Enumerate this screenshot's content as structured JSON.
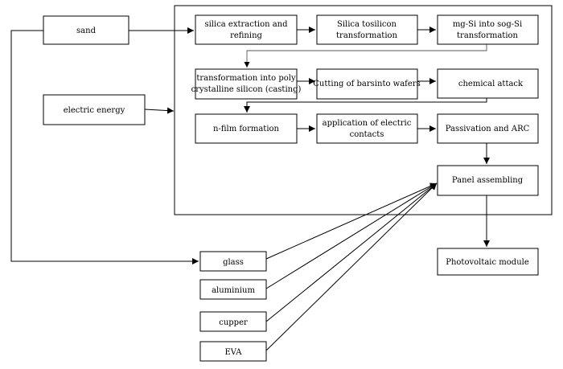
{
  "nodes": {
    "sand": "sand",
    "electric_energy": "electric energy",
    "silica_extraction": [
      "silica extraction and",
      "refining"
    ],
    "silica_to_silicon": [
      "Silica tosilicon",
      "transformation"
    ],
    "mg_si": [
      "mg-Si into sog-Si",
      "transformation"
    ],
    "casting": [
      "transformation into poly",
      "crystalline silicon (casting)"
    ],
    "cutting": [
      "Cutting of barsinto wafers"
    ],
    "chemical_attack": [
      "chemical attack"
    ],
    "n_film": [
      "n-film formation"
    ],
    "electric_contacts": [
      "application of electric",
      "contacts"
    ],
    "passivation": [
      "Passivation and ARC"
    ],
    "panel_assembling": [
      "Panel assembling"
    ],
    "photovoltaic_module": [
      "Photovoltaic module"
    ],
    "glass": "glass",
    "aluminium": "aluminium",
    "cupper": "cupper",
    "eva": "EVA"
  },
  "colors": {
    "stroke": "#000000",
    "light_stroke": "#555555",
    "background": "#ffffff"
  }
}
